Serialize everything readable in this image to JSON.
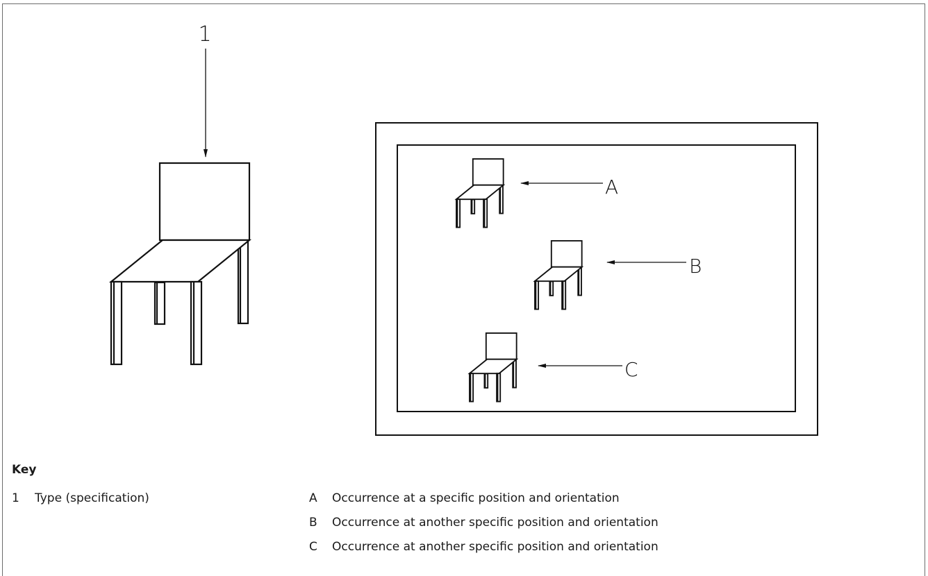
{
  "figure": {
    "callout_type": "1",
    "callout_a": "A",
    "callout_b": "B",
    "callout_c": "C"
  },
  "key": {
    "title": "Key",
    "items": [
      {
        "id": "1",
        "text": "Type (specification)"
      },
      {
        "id": "A",
        "text": "Occurrence at a specific position and orientation"
      },
      {
        "id": "B",
        "text": "Occurrence at another specific position and orientation"
      },
      {
        "id": "C",
        "text": "Occurrence at another specific position and orientation"
      }
    ]
  }
}
